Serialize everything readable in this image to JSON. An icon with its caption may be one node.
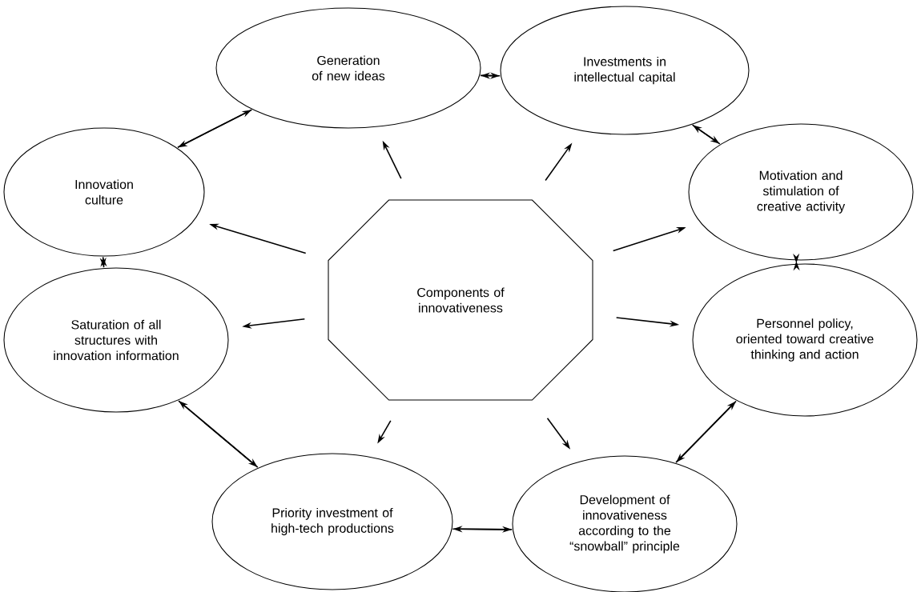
{
  "diagram": {
    "nodes": [
      {
        "text": [
          "Generation of new ideas"
        ]
      },
      {
        "text": [
          "Investments in intellectual capital"
        ]
      },
      {
        "text": [
          "Innovation culture"
        ]
      },
      {
        "text": [
          "Motivation and stimulation of creative activity"
        ]
      },
      {
        "text": [
          "Components of innovativeness"
        ]
      },
      {
        "text": [
          "Saturation of all structures with innovation information"
        ]
      },
      {
        "text": [
          "Personnel policy, oriented toward creative thinking and action"
        ]
      },
      {
        "text": [
          "Priority investment of high-tech productions"
        ]
      },
      {
        "text": [
          "Development of innovativeness according to the “snowball” principle"
        ]
      }
    ],
    "edges": [
      {
        "from": 4,
        "to": 0,
        "arrow": "to"
      },
      {
        "from": 4,
        "to": 1,
        "arrow": "to"
      },
      {
        "from": 4,
        "to": 2,
        "arrow": "to"
      },
      {
        "from": 4,
        "to": 3,
        "arrow": "to"
      },
      {
        "from": 4,
        "to": 5,
        "arrow": "to"
      },
      {
        "from": 4,
        "to": 6,
        "arrow": "to"
      },
      {
        "from": 4,
        "to": 7,
        "arrow": "to"
      },
      {
        "from": 4,
        "to": 8,
        "arrow": "to"
      },
      {
        "from": 0,
        "to": 1,
        "arrow": "to"
      },
      {
        "from": 1,
        "to": 0,
        "arrow": "to"
      },
      {
        "from": 2,
        "to": 0,
        "arrow": "to"
      },
      {
        "from": 0,
        "to": 2,
        "arrow": "to"
      },
      {
        "from": 3,
        "to": 1,
        "arrow": "to"
      },
      {
        "from": 1,
        "to": 3,
        "arrow": "to"
      },
      {
        "from": 5,
        "to": 2,
        "arrow": "to"
      },
      {
        "from": 2,
        "to": 5,
        "arrow": "to"
      },
      {
        "from": 3,
        "to": 6,
        "arrow": "to"
      },
      {
        "from": 6,
        "to": 3,
        "arrow": "to"
      },
      {
        "from": 5,
        "to": 7,
        "arrow": "to"
      },
      {
        "from": 7,
        "to": 5,
        "arrow": "to"
      },
      {
        "from": 8,
        "to": 6,
        "arrow": "to"
      },
      {
        "from": 6,
        "to": 8,
        "arrow": "to"
      },
      {
        "from": 7,
        "to": 8,
        "arrow": "to"
      },
      {
        "from": 8,
        "to": 7,
        "arrow": "to"
      }
    ]
  }
}
